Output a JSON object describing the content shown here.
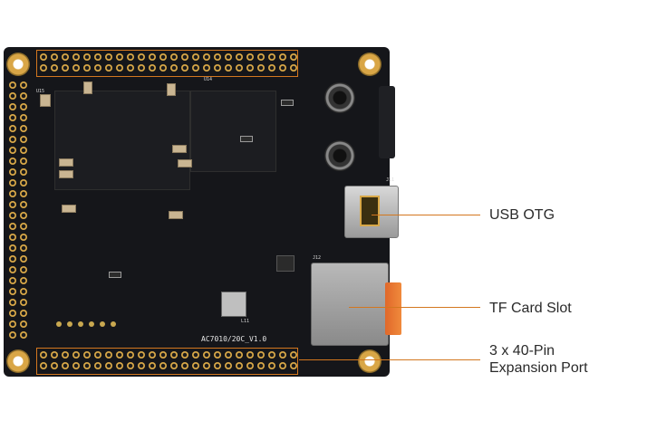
{
  "board": {
    "silkscreen_label": "AC7010/20C_V1.0",
    "ref_usb": "J11",
    "ref_tf": "J12",
    "ref_inductor": "L11",
    "ref_ic": "U14",
    "ref_crystal": "U15"
  },
  "callouts": [
    {
      "id": "usb",
      "text": "USB OTG"
    },
    {
      "id": "tf",
      "text": "TF Card Slot"
    },
    {
      "id": "expansion",
      "text": "3 x 40-Pin\nExpansion Port"
    }
  ],
  "colors": {
    "leader": "#d3771f",
    "board": "#15161a",
    "gold": "#d8a848"
  }
}
